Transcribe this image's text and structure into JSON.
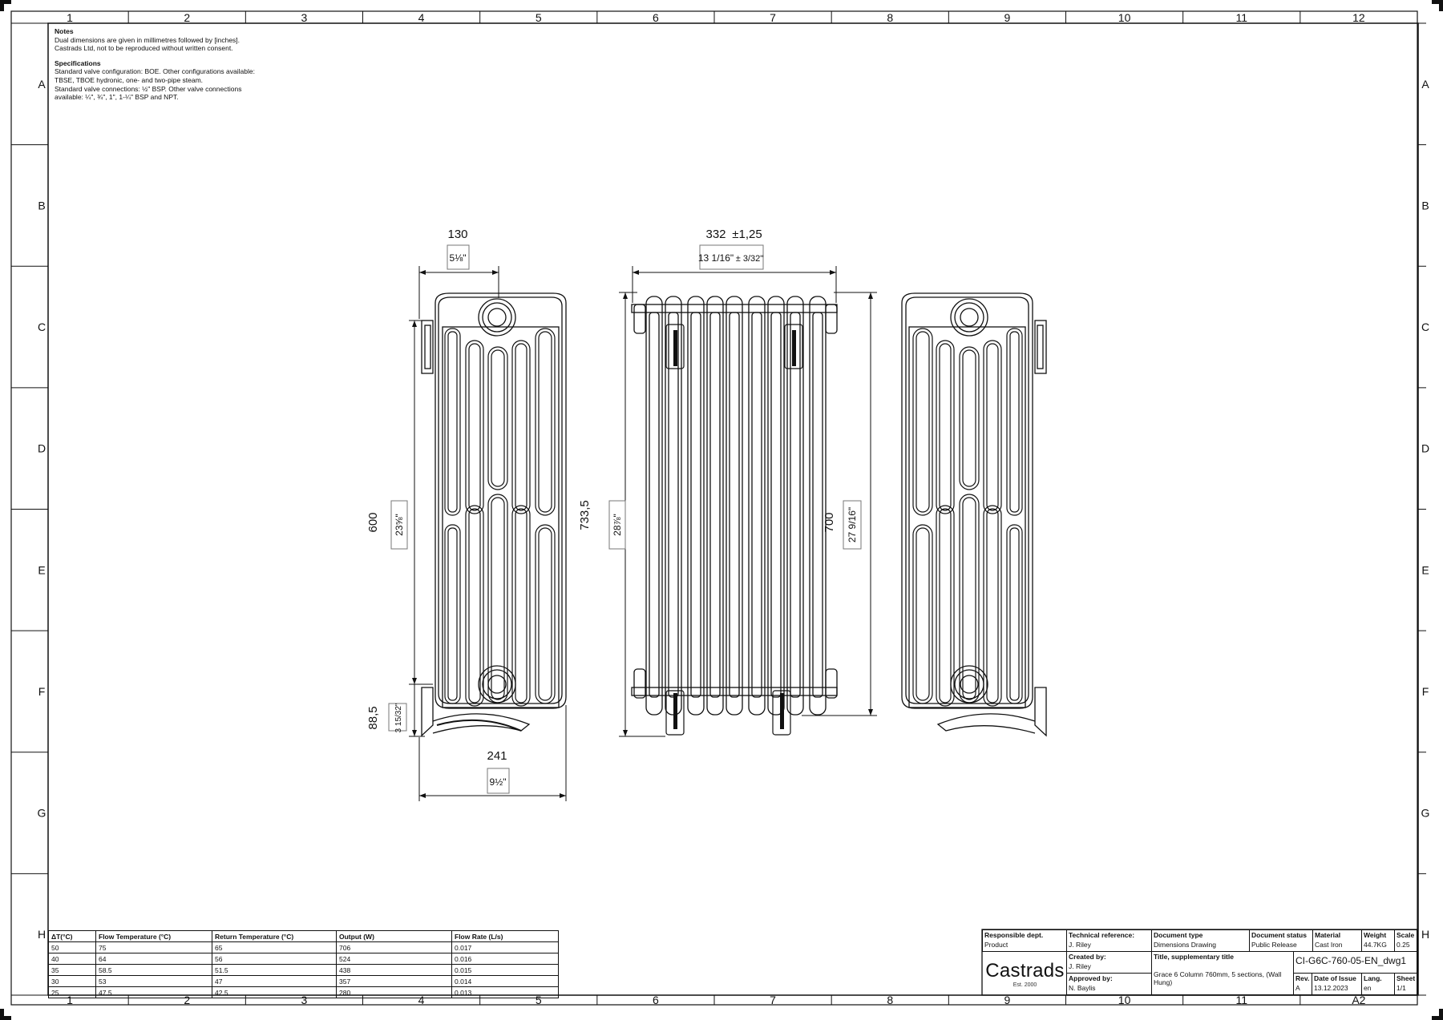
{
  "border": {
    "col_labels": [
      "1",
      "2",
      "3",
      "4",
      "5",
      "6",
      "7",
      "8",
      "9",
      "10",
      "11",
      "12"
    ],
    "row_labels": [
      "A",
      "B",
      "C",
      "D",
      "E",
      "F",
      "G",
      "H"
    ],
    "sheet_size": "A2"
  },
  "notes": {
    "heading": "Notes",
    "lines": [
      "Dual dimensions are given in millimetres followed by [inches].",
      "Castrads Ltd, not to be reproduced without written consent."
    ],
    "spec_heading": "Specifications",
    "spec_lines": [
      "Standard valve configuration: BOE. Other configurations available:",
      "TBSE, TBOE hydronic, one- and two-pipe steam.",
      "Standard valve connections: ½\" BSP. Other valve connections",
      "available: ¼\", ¾\", 1\", 1-¼\" BSP and NPT."
    ]
  },
  "dimensions": {
    "depth_mm": "130",
    "depth_in": "5⅛\"",
    "width_mm": "332",
    "width_tol": "±1,25",
    "width_in": "13 1/16\"",
    "width_tol_in": "± 3/32\"",
    "centres_mm": "600",
    "centres_in": "23⅝\"",
    "total_height_mm": "733,5",
    "total_height_in": "28⅞\"",
    "body_height_mm": "700",
    "body_height_in": "27 9/16\"",
    "floor_mm": "88,5",
    "floor_in": "3 15/32\"",
    "wall_mm": "241",
    "wall_in": "9½\""
  },
  "performance_table": {
    "headers": [
      "ΔT(°C)",
      "Flow Temperature (°C)",
      "Return Temperature (°C)",
      "Output (W)",
      "Flow Rate (L/s)"
    ],
    "rows": [
      [
        "50",
        "75",
        "65",
        "706",
        "0.017"
      ],
      [
        "40",
        "64",
        "56",
        "524",
        "0.016"
      ],
      [
        "35",
        "58.5",
        "51.5",
        "438",
        "0.015"
      ],
      [
        "30",
        "53",
        "47",
        "357",
        "0.014"
      ],
      [
        "25",
        "47.5",
        "42.5",
        "280",
        "0.013"
      ]
    ]
  },
  "title_block": {
    "responsible_dept_label": "Responsible dept.",
    "responsible_dept": "Product",
    "technical_ref_label": "Technical reference:",
    "technical_ref": "J. Riley",
    "created_by_label": "Created by:",
    "created_by": "J. Riley",
    "approved_by_label": "Approved by:",
    "approved_by": "N. Baylis",
    "document_type_label": "Document type",
    "document_type": "Dimensions Drawing",
    "document_status_label": "Document status",
    "document_status": "Public Release",
    "material_label": "Material",
    "material": "Cast Iron",
    "weight_label": "Weight",
    "weight": "44.7KG",
    "scale_label": "Scale",
    "scale": "0.25",
    "title_label": "Title, supplementary title",
    "title": "Grace 6 Column 760mm, 5 sections, (Wall Hung)",
    "doc_number": "CI-G6C-760-05-EN_dwg1",
    "rev_label": "Rev.",
    "rev": "A",
    "date_label": "Date of Issue",
    "date": "13.12.2023",
    "lang_label": "Lang.",
    "lang": "en",
    "sheet_label": "Sheet",
    "sheet": "1/1",
    "logo_name": "Castrads",
    "logo_est": "Est. 2000"
  }
}
